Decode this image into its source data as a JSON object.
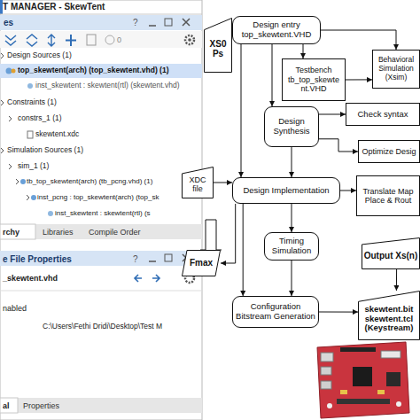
{
  "diagram": {
    "nodes": [
      {
        "text": [
          "XS0 Ps"
        ]
      },
      {
        "text": [
          "Design entry top_skewtent.VHD"
        ]
      },
      {
        "text": [
          "Testbench tb_top_skewte nt.VHD"
        ]
      },
      {
        "text": [
          "Behavioral Simulation (Xsim)"
        ]
      },
      {
        "text": [
          "Design Synthesis"
        ]
      },
      {
        "text": [
          "Check syntax"
        ]
      },
      {
        "text": [
          "Optimize Desig"
        ]
      },
      {
        "text": [
          "XDC file"
        ]
      },
      {
        "text": [
          "Design Implementation"
        ]
      },
      {
        "text": [
          "Translate Map Place & Rout"
        ]
      },
      {
        "text": [
          "Timing Simulation"
        ]
      },
      {
        "text": [
          "Fmax"
        ]
      },
      {
        "text": [
          "Configuration Bitstream Generation"
        ]
      },
      {
        "text": [
          "Output Xs(n)"
        ]
      },
      {
        "text": [
          "skewtent.bit skewtent.tcl (Keystream)"
        ]
      }
    ],
    "edges": [
      {
        "from": 0,
        "to": 1,
        "arrow": "to"
      },
      {
        "from": 1,
        "to": 2,
        "arrow": "to"
      },
      {
        "from": 2,
        "to": 3,
        "arrow": "to"
      },
      {
        "from": 1,
        "to": 3,
        "arrow": "to"
      },
      {
        "from": 1,
        "to": 4,
        "arrow": "to"
      },
      {
        "from": 4,
        "to": 5,
        "arrow": "to"
      },
      {
        "from": 4,
        "to": 6,
        "arrow": "to"
      },
      {
        "from": 4,
        "to": 8,
        "arrow": "to"
      },
      {
        "from": 1,
        "to": 8,
        "arrow": "to"
      },
      {
        "from": 7,
        "to": 8,
        "arrow": "to"
      },
      {
        "from": 8,
        "to": 9,
        "arrow": "to"
      },
      {
        "from": 8,
        "to": 10,
        "arrow": "to"
      },
      {
        "from": 8,
        "to": 11,
        "arrow": "to"
      },
      {
        "from": 8,
        "to": 12,
        "arrow": "to"
      },
      {
        "from": 10,
        "to": 12,
        "arrow": "to"
      },
      {
        "from": 12,
        "to": 14,
        "arrow": "to"
      },
      {
        "from": 13,
        "to": 14,
        "arrow": "to"
      }
    ],
    "labels": [
      "T MANAGER - SkewTent",
      "es",
      "?",
      "0",
      "Design Sources (1)",
      "top_skewtent(arch) (top_skewtent.vhd) (1)",
      "inst_skewtent : skewtent(rtl) (skewtent.vhd)",
      "Constraints (1)",
      "constrs_1 (1)",
      "skewtent.xdc",
      "Simulation Sources (1)",
      "sim_1 (1)",
      "tb_top_skewtent(arch) (tb_pcng.vhd) (1)",
      "inst_pcng : top_skewtent(arch) (top_sk",
      "inst_skewtent : skewtent(rtl) (s",
      "rchy",
      "Libraries",
      "Compile Order",
      "e File Properties",
      "?",
      "_skewtent.vhd",
      "nabled",
      "C:\\Users\\Fethi Dridi\\Desktop\\Test M",
      "al",
      "Properties"
    ]
  }
}
